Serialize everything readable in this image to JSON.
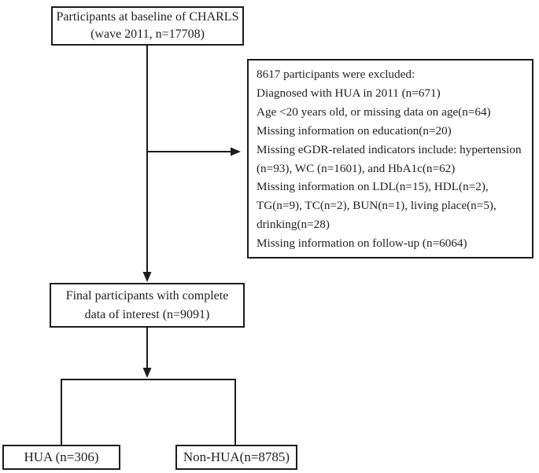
{
  "boxes": {
    "baseline": {
      "line1": "Participants at baseline of CHARLS",
      "line2": "(wave 2011, n=17708)"
    },
    "excluded": {
      "lines": [
        "8617 participants were excluded:",
        "Diagnosed with HUA in 2011 (n=671)",
        "Age <20 years old, or missing data on age(n=64)",
        "Missing information on education(n=20)",
        "Missing eGDR-related indicators include: hypertension",
        "(n=93), WC (n=1601), and HbA1c(n=62)",
        "Missing information on LDL(n=15), HDL(n=2),",
        "TG(n=9), TC(n=2), BUN(n=1), living place(n=5),",
        "drinking(n=28)",
        "Missing information on follow-up (n=6064)"
      ]
    },
    "final": {
      "line1": "Final participants with complete",
      "line2": "data of interest (n=9091)"
    },
    "hua": {
      "label": "HUA (n=306)"
    },
    "non_hua": {
      "label": "Non-HUA(n=8785)"
    }
  },
  "colors": {
    "line": "#1c1c1c",
    "text": "#1f1f1f",
    "background": "#ffffff"
  }
}
